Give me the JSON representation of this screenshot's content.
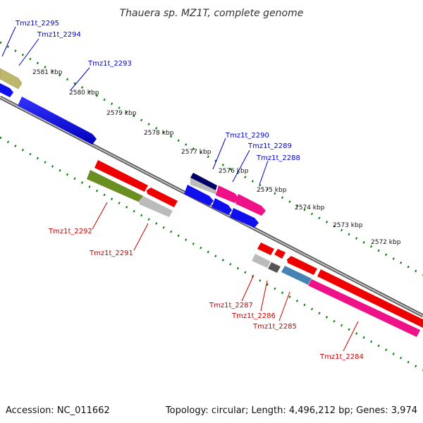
{
  "title": "Thauera sp. MZ1T, complete genome",
  "footer": {
    "accession": "Accession: NC_011662",
    "stats": "Topology: circular; Length: 4,496,212 bp; Genes: 3,974"
  },
  "ticks": [
    "2581 kbp",
    "2580 kbp",
    "2579 kbp",
    "2578 kbp",
    "2577 kbp",
    "2576 kbp",
    "2575 kbp",
    "2574 kbp",
    "2573 kbp",
    "2572 kbp"
  ],
  "genes_top": [
    "Tmz1t_2295",
    "Tmz1t_2294",
    "Tmz1t_2293",
    "Tmz1t_2290",
    "Tmz1t_2289",
    "Tmz1t_2288"
  ],
  "genes_bottom": [
    "Tmz1t_2292",
    "Tmz1t_2291",
    "Tmz1t_2287",
    "Tmz1t_2286",
    "Tmz1t_2285",
    "Tmz1t_2284"
  ],
  "colors": {
    "blue_gene": "#0000ee",
    "red_gene": "#ee0000",
    "pink_gene": "#ee1188",
    "olive_gene": "#6b8e23",
    "khaki_gene": "#bdb76b",
    "grey_gene": "#bbbbbb",
    "dark_grey_gene": "#555555",
    "navy_gene": "#000066",
    "steel_gene": "#4682b4",
    "backbone": "#808080",
    "tick": "#008000"
  }
}
